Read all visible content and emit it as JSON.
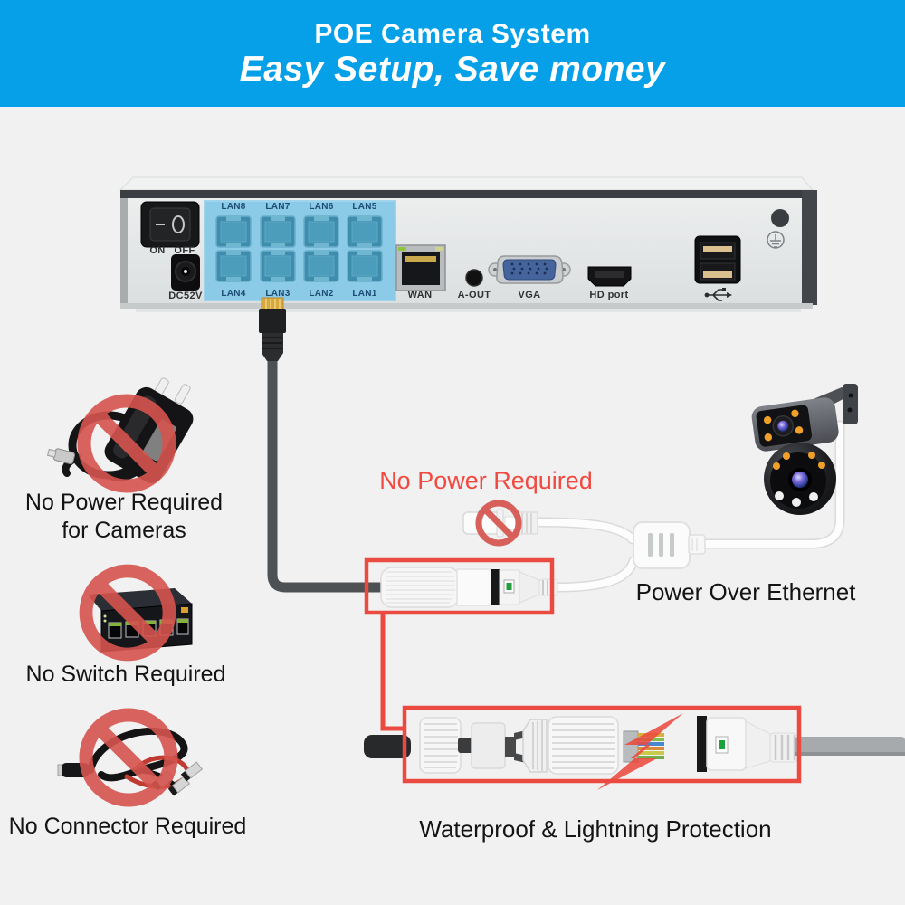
{
  "banner": {
    "title": "POE Camera System",
    "subtitle": "Easy Setup, Save money"
  },
  "nvr": {
    "switch_on": "ON",
    "switch_off": "OFF",
    "power_label": "DC52V",
    "lan_top": [
      "LAN8",
      "LAN7",
      "LAN6",
      "LAN5"
    ],
    "lan_bottom": [
      "LAN4",
      "LAN3",
      "LAN2",
      "LAN1"
    ],
    "wan": "WAN",
    "audio_out": "A-OUT",
    "vga": "VGA",
    "hdmi": "HD port"
  },
  "callouts": {
    "no_power_cameras_line1": "No Power Required",
    "no_power_cameras_line2": "for Cameras",
    "no_switch": "No Switch Required",
    "no_connector": "No Connector Required",
    "no_power_inline": "No Power Required",
    "poe": "Power Over Ethernet",
    "waterproof": "Waterproof & Lightning Protection"
  },
  "icons": {
    "prohibition": "no-sign",
    "usb": "usb-trident",
    "ground": "earth-ground",
    "lightning": "lightning-bolt"
  },
  "colors": {
    "banner_blue": "#05a0e8",
    "background_gray": "#f1f1f2",
    "accent_red": "#ea4a3f",
    "prohibition_red": "#d6544e",
    "poe_panel_blue": "#8bcbe8",
    "poe_port_blue": "#3e8dac",
    "red_text": "#f04a41"
  }
}
